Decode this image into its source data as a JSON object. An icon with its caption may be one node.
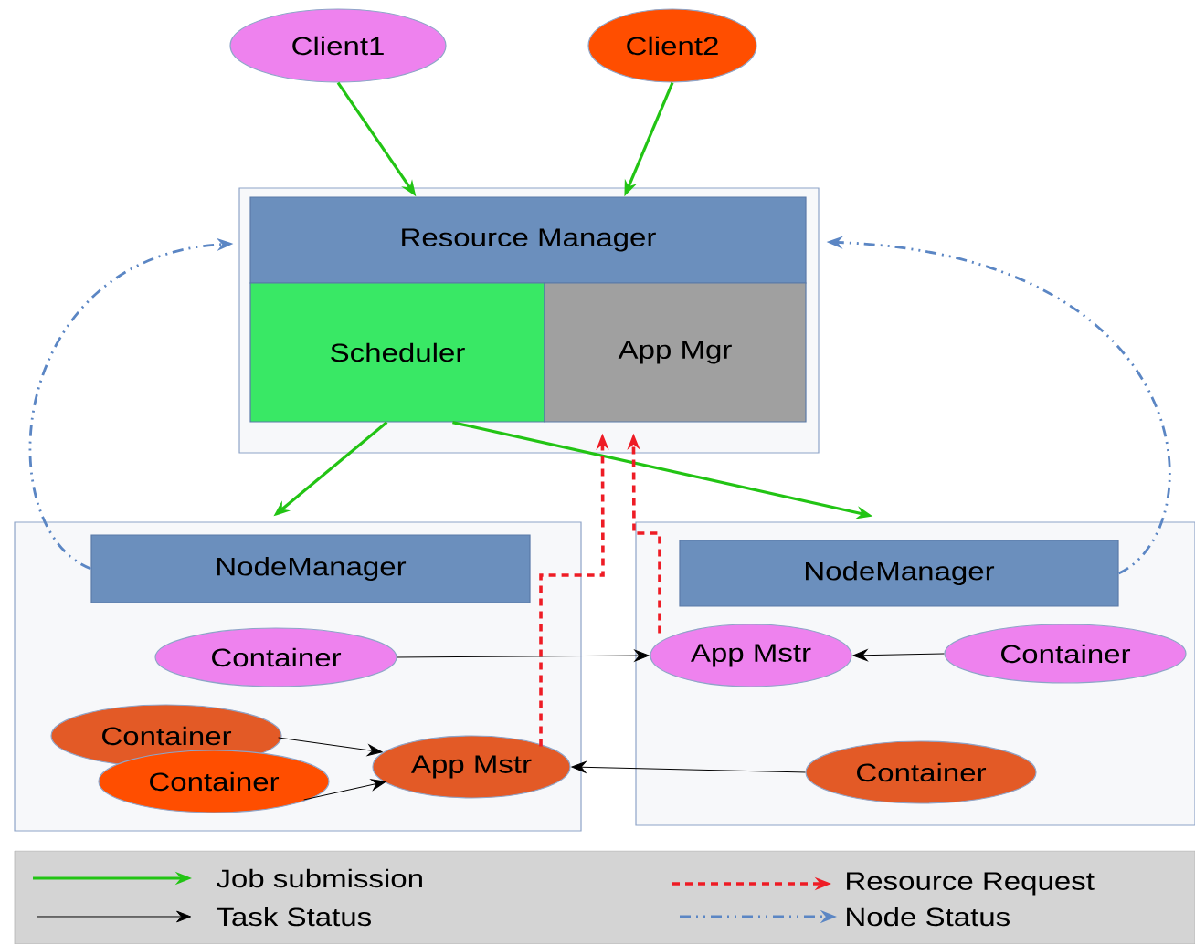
{
  "diagram": {
    "nodes": [
      {
        "text": [
          "Client1"
        ]
      },
      {
        "text": [
          "Client2"
        ]
      },
      {
        "text": [],
        "shape": "box"
      },
      {
        "text": [
          "Resource Manager"
        ],
        "in": 2
      },
      {
        "text": [
          "Scheduler"
        ],
        "in": 2
      },
      {
        "text": [
          "App Mgr"
        ],
        "in": 2
      },
      {
        "text": [],
        "shape": "box"
      },
      {
        "text": [
          "NodeManager"
        ],
        "in": 6
      },
      {
        "text": [
          "Container"
        ],
        "in": 6
      },
      {
        "text": [
          "Container"
        ],
        "in": 6
      },
      {
        "text": [
          "Container"
        ],
        "in": 6
      },
      {
        "text": [
          "App Mstr"
        ],
        "in": 6
      },
      {
        "text": [],
        "shape": "box"
      },
      {
        "text": [
          "NodeManager"
        ],
        "in": 12
      },
      {
        "text": [
          "App Mstr"
        ],
        "in": 12
      },
      {
        "text": [
          "Container"
        ],
        "in": 12
      },
      {
        "text": [
          "Container"
        ],
        "in": 12
      }
    ],
    "edges": [
      {
        "from": 0,
        "to": 3,
        "arrow": "to",
        "color": "#22c414"
      },
      {
        "from": 1,
        "to": 3,
        "arrow": "to",
        "color": "#22c414"
      },
      {
        "from": 4,
        "to": 6,
        "arrow": "to",
        "color": "#22c414"
      },
      {
        "from": 4,
        "to": 12,
        "arrow": "to",
        "color": "#22c414"
      },
      {
        "from": 11,
        "to": 5,
        "arrow": "to",
        "style": "dashed",
        "color": "#ee1c25"
      },
      {
        "from": 14,
        "to": 5,
        "arrow": "to",
        "style": "dashed",
        "color": "#ee1c25"
      },
      {
        "from": 7,
        "to": 2,
        "arrow": "to",
        "style": "dashed",
        "color": "#5b86c4"
      },
      {
        "from": 13,
        "to": 2,
        "arrow": "to",
        "style": "dashed",
        "color": "#5b86c4"
      },
      {
        "from": 8,
        "to": 14,
        "arrow": "to"
      },
      {
        "from": 15,
        "to": 14,
        "arrow": "to"
      },
      {
        "from": 9,
        "to": 11,
        "arrow": "to"
      },
      {
        "from": 10,
        "to": 11,
        "arrow": "to"
      },
      {
        "from": 16,
        "to": 11,
        "arrow": "to"
      }
    ],
    "legend": [
      {
        "text": "Job submission"
      },
      {
        "text": "Resource Request"
      },
      {
        "text": "Task Status"
      },
      {
        "text": "Node Status"
      }
    ]
  }
}
